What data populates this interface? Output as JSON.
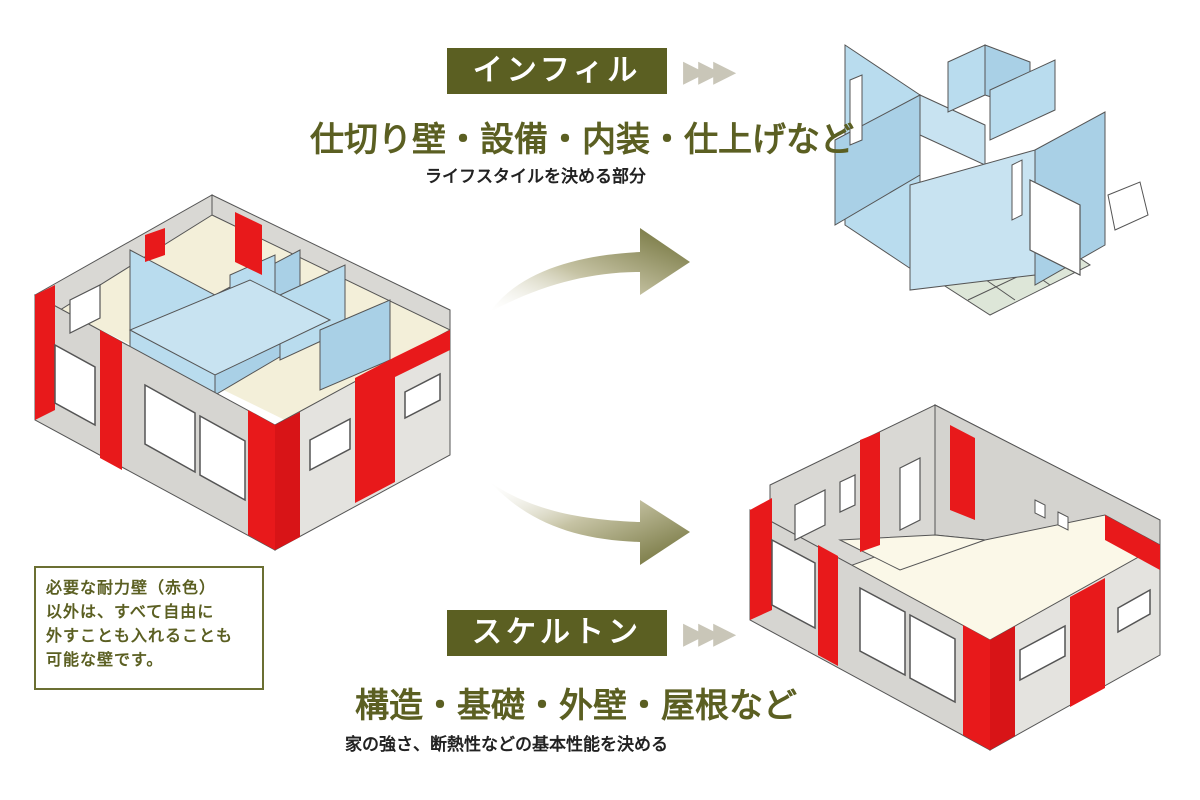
{
  "infill": {
    "label": "インフィル",
    "chevrons": "▶▶▶",
    "headline": "仕切り壁・設備・内装・仕上げなど",
    "subline": "ライフスタイルを決める部分"
  },
  "skeleton": {
    "label": "スケルトン",
    "chevrons": "▶▶▶",
    "headline": "構造・基礎・外壁・屋根など",
    "subline": "家の強さ、断熱性などの基本性能を決める"
  },
  "note": {
    "lines": [
      "必要な耐力壁（赤色）",
      "以外は、すべて自由に",
      "外すことも入れることも",
      "可能な壁です。"
    ]
  },
  "colors": {
    "accent": "#5b5f22",
    "load_bearing_wall": "#e8191b",
    "interior_wall": "#b9dcee",
    "exterior_wall": "#d9d8d4",
    "floor": "#fbf8e8",
    "arrow": "#77773f"
  }
}
